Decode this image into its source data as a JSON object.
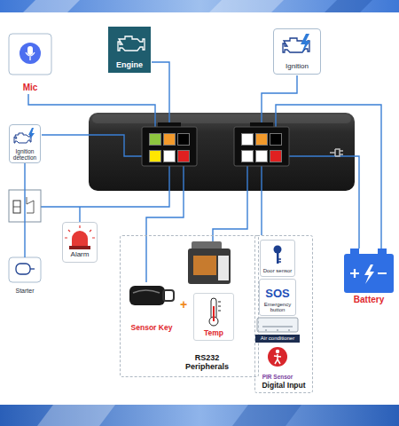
{
  "diagram": {
    "nodes": [
      {
        "text": [
          "Mic"
        ]
      },
      {
        "text": [
          "Engine"
        ]
      },
      {
        "text": [
          "Ignition"
        ]
      },
      {
        "text": [
          "Ignition detection"
        ]
      },
      {
        "text": [
          "Alarm"
        ]
      },
      {
        "text": [
          "Starter"
        ]
      },
      {
        "text": [
          "RS232 Peripherals"
        ]
      },
      {
        "text": [
          "Sensor Key"
        ],
        "in": 6
      },
      {
        "text": [
          "Temp"
        ],
        "in": 6
      },
      {
        "text": [
          "Digital Input"
        ]
      },
      {
        "text": [
          "Door sensor"
        ],
        "in": 9
      },
      {
        "text": [
          "SOS",
          "Emergency button"
        ],
        "in": 9
      },
      {
        "text": [
          "Air conditioner"
        ],
        "in": 9
      },
      {
        "text": [
          "PIR Sensor"
        ],
        "in": 9
      },
      {
        "text": [
          "Battery"
        ]
      }
    ],
    "edges": [
      {
        "from": 3,
        "to": 5,
        "arrow": "none"
      }
    ],
    "labels": [
      "+"
    ]
  }
}
